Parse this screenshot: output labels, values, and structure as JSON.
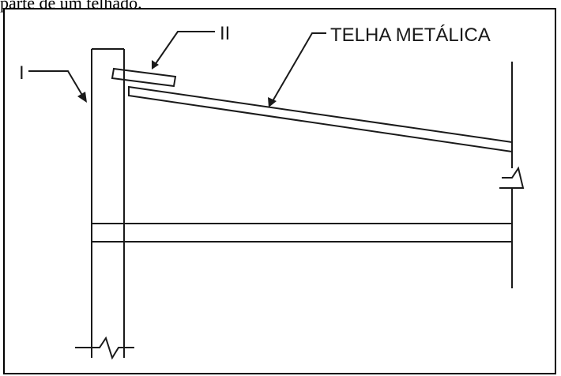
{
  "caption": {
    "top_fragment": "parte de um telhado."
  },
  "labels": {
    "element_i": "I",
    "element_ii": "II",
    "roof_sheet": "TELHA METÁLICA"
  },
  "colors": {
    "stroke": "#1a1a1a",
    "frame": "#000000",
    "background": "#ffffff"
  }
}
